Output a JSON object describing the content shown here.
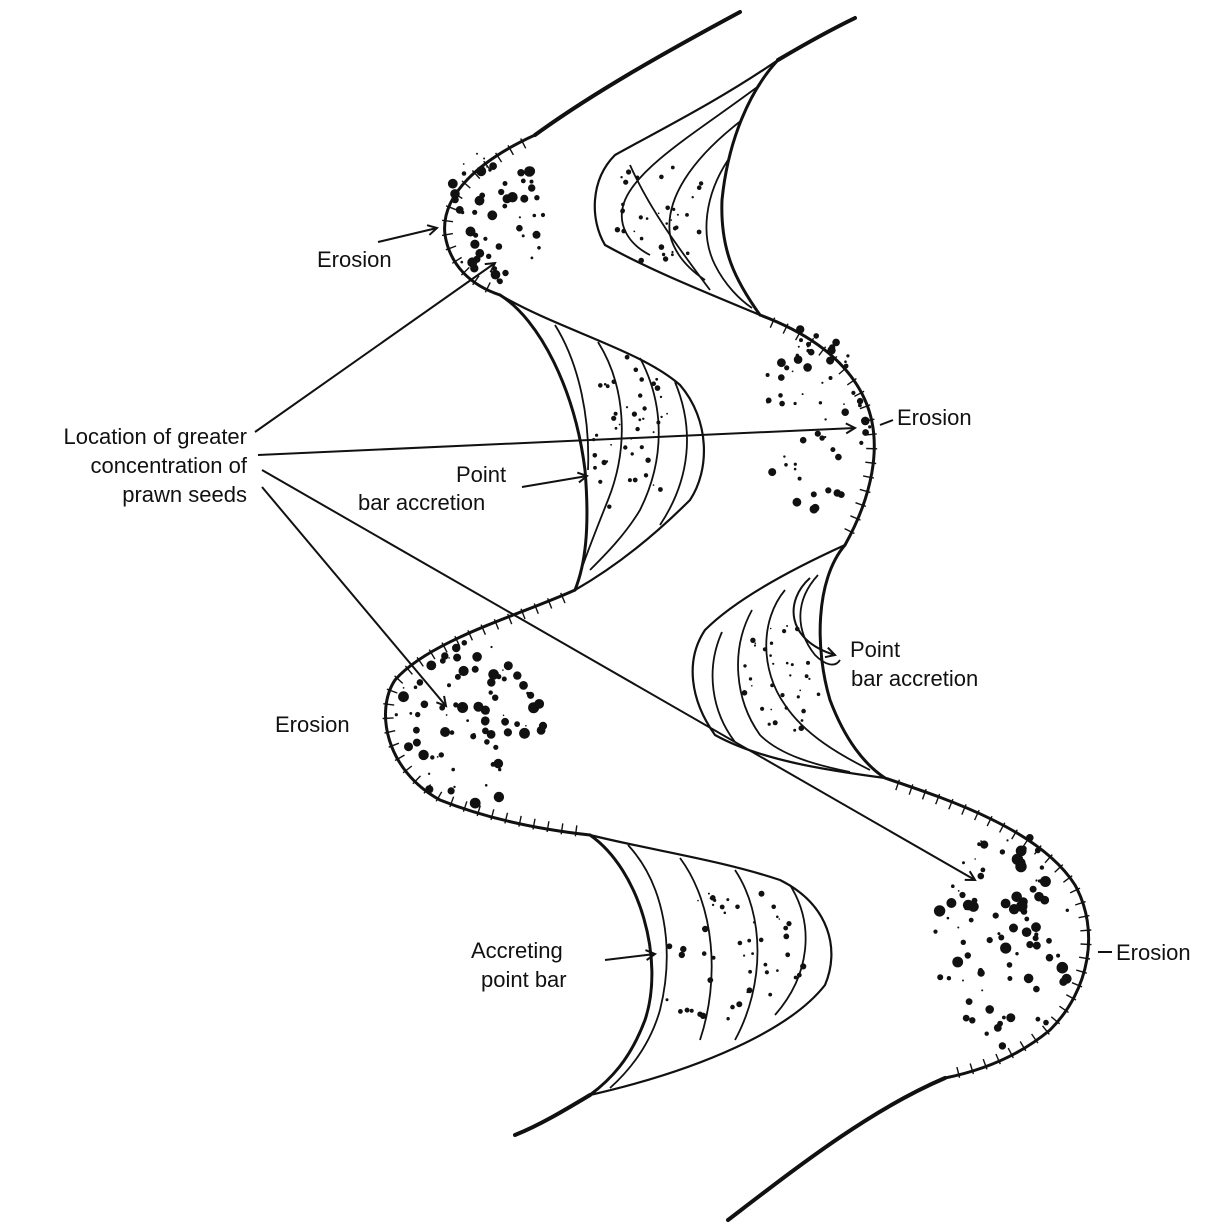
{
  "labels": {
    "erosion_1": "Erosion",
    "erosion_2": "Erosion",
    "erosion_3": "Erosion",
    "erosion_4": "Erosion",
    "location_line1": "Location of greater",
    "location_line2": "concentration of",
    "location_line3": "prawn seeds",
    "point_bar_1_line1": "Point",
    "point_bar_1_line2": "bar accretion",
    "point_bar_2_line1": "Point",
    "point_bar_2_line2": "bar accretion",
    "accreting_line1": "Accreting",
    "accreting_line2": "point bar"
  }
}
